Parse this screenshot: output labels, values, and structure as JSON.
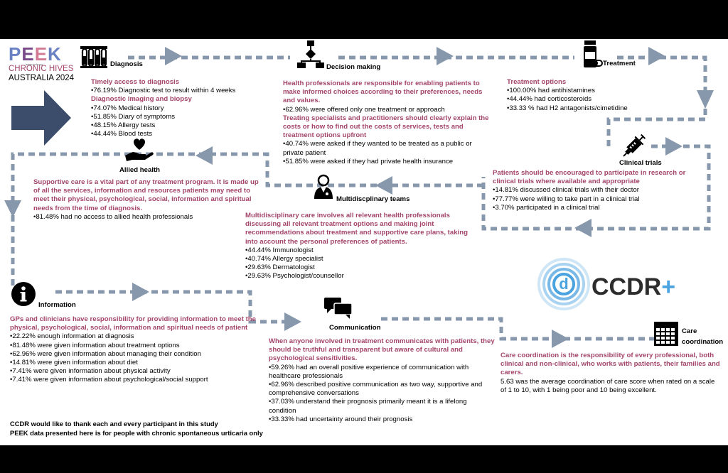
{
  "logo": {
    "peek_letters": [
      "P",
      "E",
      "E",
      "K"
    ],
    "peek_colors": [
      "#6a82c4",
      "#7a4a8a",
      "#d27a93",
      "#6a82c4"
    ],
    "site": "www.ccdr.org",
    "line1": "CHRONIC HIVES",
    "line2": "AUSTRALIA 2024"
  },
  "colors": {
    "accent": "#a3456a",
    "dashes": "#8797ac",
    "arrow": "#3b4d6b"
  },
  "stages": {
    "diagnosis": {
      "label": "Diagnosis",
      "icon": "test-tubes-icon",
      "heading1": "Timely access to diagnosis",
      "items1": [
        "•76.19% Diagnostic test to result within 4 weeks"
      ],
      "heading2": "Diagnostic imaging and biopsy",
      "items2": [
        "•74.07% Medical history",
        "•51.85% Diary of symptoms",
        "•48.15% Allergy tests",
        "•44.44% Blood tests"
      ]
    },
    "decision_making": {
      "label": "Decision making",
      "icon": "flowchart-icon",
      "heading1": [
        "Health professionals are responsible for enabling patients to",
        "make informed choices according to their preferences, needs",
        "and values."
      ],
      "items1": [
        "•62.96% were offered only one treatment or approach"
      ],
      "heading2": [
        "Treating specialists and practitioners should clearly explain the",
        "costs or how to find out the costs of services, tests and",
        "treatment options upfront"
      ],
      "items2": [
        "•40.74% were asked if they wanted to be treated as a public or",
        "private patient",
        "•51.85% were asked if they had private health insurance"
      ]
    },
    "treatment": {
      "label": "Treatment",
      "icon": "pill-bottle-icon",
      "heading1": "Treatment options",
      "items1": [
        "•100.00% had antihistamines",
        "•44.44% had corticosteroids",
        "•33.33 % had H2 antagonists/cimetidine"
      ]
    },
    "clinical_trials": {
      "label": "Clinical trials",
      "icon": "syringe-icon",
      "heading1": [
        "Patients should be encouraged to participate in research or",
        "clinical trials where available and appropriate"
      ],
      "items1": [
        "•14.81% discussed clinical trials with their doctor",
        "•77.77% were willing to take part in a clinical trial",
        "•3.70% participated in a clinical trial"
      ]
    },
    "multidisciplinary": {
      "label": "Multidiscplinary teams",
      "icon": "doctor-icon",
      "heading1": [
        "Multidisciplinary care involves all relevant health professionals",
        "discussing all relevant treatment options and making joint",
        "recommendations about treatment and supportive care plans, taking",
        "into account the personal preferences of patients."
      ],
      "items1": [
        "•44.44% Immunologist",
        "•40.74% Allergy specialist",
        "•29.63% Dermatologist",
        "•29.63% Psychologist/counsellor"
      ]
    },
    "allied_health": {
      "label": "Allied health",
      "icon": "heart-hand-icon",
      "heading1": [
        "Supportive care is a vital part of any treatment program. It is made up",
        "of all the services, information and resources patients may need to",
        "meet their physical, psychological, social, information and spiritual",
        "needs from the time of diagnosis."
      ],
      "items1": [
        "•81.48% had no access to allied health professionals"
      ]
    },
    "information": {
      "label": "Information",
      "icon": "info-icon",
      "heading1": [
        "GPs and clinicians have responsibility for providing information to meet the",
        "physical, psychological, social, information and spiritual needs of patient"
      ],
      "items1": [
        "•22.22% enough information at diagnosis",
        "•81.48% were given information about treatment options",
        "•62.96% were given information about managing their condition",
        "•14.81% were given information about diet",
        "•7.41% were given information about physical activity",
        "•7.41% were given information about psychological/social support"
      ]
    },
    "communication": {
      "label": "Communication",
      "icon": "speech-bubbles-icon",
      "heading1": [
        "When anyone involved in treatment communicates with patients, they",
        "should be truthful and transparent but aware of cultural and",
        "psychological sensitivities."
      ],
      "items1": [
        "•59.26% had an overall positive experience of communication with",
        "healthcare professionals",
        "•62.96% described positive communication as two way, supportive and",
        "comprehensive conversations",
        "•37.03% understand their prognosis primarily meant it is a lifelong",
        "condition",
        "•33.33% had uncertainty around their prognosis"
      ]
    },
    "care_coordination": {
      "label1": "Care",
      "label2": "coordination",
      "icon": "calendar-icon",
      "heading1": [
        "Care coordination is the responsibility of every professional, both",
        "clinical and non-clinical, who works with patients, their families and",
        "carers."
      ],
      "items1": [
        "5.63 was the average coordination of care score when rated on a scale",
        "of 1 to 10, with 1 being poor and 10 being excellent."
      ]
    }
  },
  "ccdr_logo": {
    "text": "CCDR",
    "plus": "+",
    "mark_letter": "d"
  },
  "footer": {
    "line1": "CCDR would like to thank each and every participant in this study",
    "line2": "PEEK data presented here is for people with chronic spontaneous urticaria only"
  }
}
